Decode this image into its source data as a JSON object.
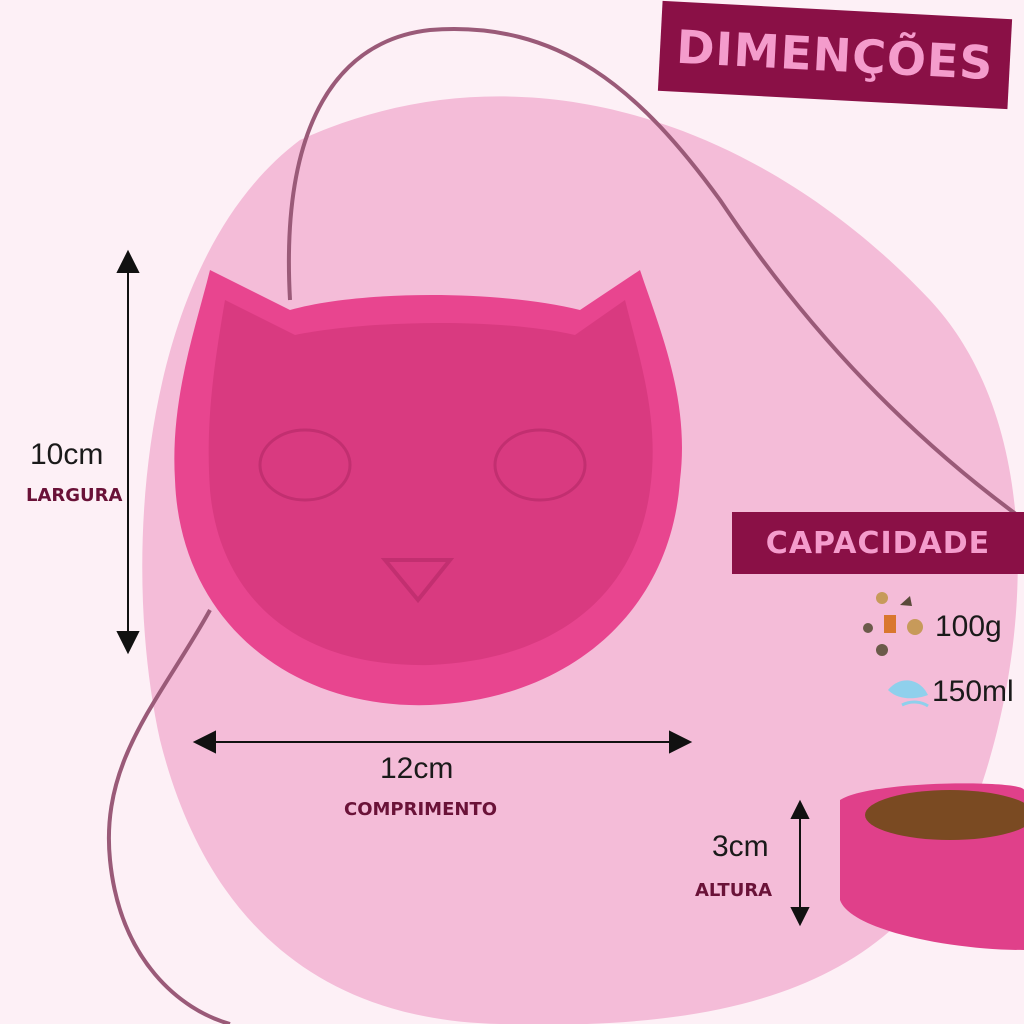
{
  "title": "DIMENÇÕES",
  "width": {
    "value": "10cm",
    "label": "LARGURA"
  },
  "length": {
    "value": "12cm",
    "label": "COMPRIMENTO"
  },
  "height": {
    "value": "3cm",
    "label": "ALTURA"
  },
  "capacity": {
    "title": "CAPACIDADE",
    "food": "100g",
    "water": "150ml"
  },
  "colors": {
    "banner": "#8a1046",
    "banner_text": "#f49ccc",
    "blob": "#f4bcd8",
    "bowl": "#e8458f"
  }
}
